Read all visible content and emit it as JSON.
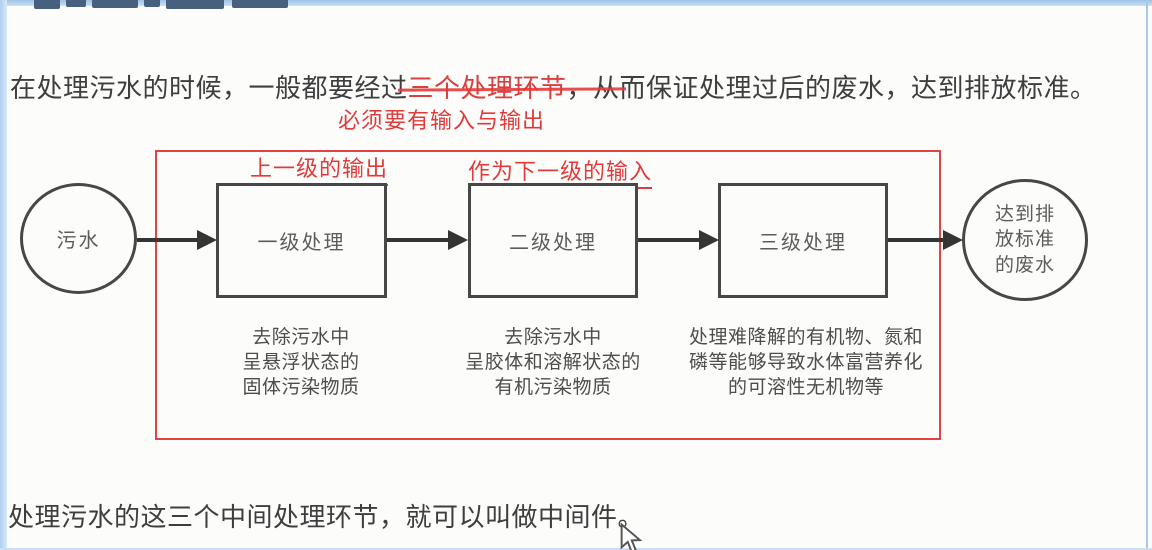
{
  "intro": {
    "pre": "在处理污水的时候，一般都要经过",
    "highlight": "三个处理环节",
    "post": "，从而保证处理过后的废水，达到排放标准。"
  },
  "annotations": {
    "io_note": "必须要有输入与输出",
    "upper_output": "上一级的输出",
    "lower_input": "作为下一级的输入"
  },
  "flow": {
    "source_label": "污水",
    "stages": [
      {
        "label": "一级处理",
        "description": "去除污水中\n呈悬浮状态的\n固体污染物质"
      },
      {
        "label": "二级处理",
        "description": "去除污水中\n呈胶体和溶解状态的\n有机污染物质"
      },
      {
        "label": "三级处理",
        "description": "处理难降解的有机物、氮和\n磷等能够导致水体富营养化\n的可溶性无机物等"
      }
    ],
    "sink_label": "达到排\n放标准\n的废水"
  },
  "footer": {
    "text": "处理污水的这三个中间处理环节，就可以叫做中间件。"
  },
  "colors": {
    "annotation_red": "#e03b3b",
    "diagram_stroke": "#474747",
    "frame_blue": "#a9c9ea"
  }
}
